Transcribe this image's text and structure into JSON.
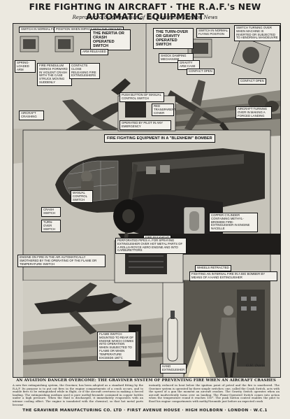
{
  "header": {
    "title": "FIRE FIGHTING IN AIRCRAFT · THE R.A.F.'s NEW AUTOMATIC EQUIPMENT",
    "subtitle": "Reproduced by permission of the Illustrated London News"
  },
  "labels": {
    "switch_normal": "SWITCH IN NORMAL FLYING POSITION",
    "position_impact": "POSITION WHEN IMPACT WITH THE GROUND",
    "inertia_switch": "THE INERTIA OR CRASH OPERATED SWITCH",
    "turn_over_switch": "THE TURN-OVER OR GRAVITY OPERATED SWITCH",
    "switch_normal_right": "SWITCH IN NORMAL FLYING POSITION",
    "switch_turning_over": "SWITCH TURNING OVER WHEN MACHINE IS INVERTED OR SUBJECTED TO ABNORMAL MANOEUVRE",
    "spring_loaded_arm": "SPRING-LOADED ARM",
    "arm_released": "ARM RELEASED",
    "pendulum_swings": "FIRE PENDULUM SWINGS FORWARD IN VIOLENT CRASH WITH THE CASE STRUCK MOVING SUDDENLY",
    "contacts_close": "CONTACTS CLOSE RELEASING FIRE EXTINGUISHERS",
    "shock_damping": "SHOCK DAMPING MECHANISM",
    "gravity_arm": "GRAVITY ARM CASE",
    "contact_open": "CONTACT OPEN",
    "contact_open_2": "CONTACT OPEN",
    "aircraft_crashing": "AIRCRAFT CRASHING",
    "push_button": "PUSH BUTTON OF MANUAL CONTROL SWITCH",
    "red_transparent": "RED TRANSPARENT COVER",
    "operated_by_pilot": "OPERATED BY PILOT IN ANY EMERGENCY",
    "aircraft_turning": "AIRCRAFT TURNING OVER IN MAKING A FORCED LANDING",
    "blenheim": "FIRE FIGHTING EQUIPMENT IN A \"BLENHEIM\" BOMBER",
    "manual_switch": "MANUAL CONTROL SWITCH",
    "crash_switch": "CRASH SWITCH",
    "turn_over_short": "TURN-OVER SWITCH",
    "copper_cylinder": "COPPER CYLINDER CONTAINING METHYL-BROMIDE FIRE-EXTINGUISHER IN ENGINE NACELLE",
    "wheels_retracted": "WHEELS RETRACTED",
    "fire_bulkhead": "FIRE BULKHEAD",
    "perforated_pipes": "PERFORATED PIPES A. FOR SPRAYING EXTINGUISHER OVER HOT METAL PARTS OF A ROLLS-ROYCE AERO ENGINE AND INTO CARBURETTORS",
    "engine_on_fire": "ENGINE ON FIRE IN THE AIR AUTOMATICALLY SMOTHERED BY THE OPERATING OF THE FLAME OR TEMPERATURE SWITCH",
    "fighting_internal": "FIGHTING AN INTERNAL FIRE IN A BIG BOMBER BY MEANS OF A HAND EXTINGUISHER",
    "flame_switch": "FLAME SWITCH MOUNTED TO REAR OF ENGINE WHICH COMES INTO OPERATION WHEN SUBJECTED TO FLAME OR WHEN TEMPERATURE EXCEEDS 180°C",
    "hand_extinguisher": "HAND EXTINGUISHER",
    "signature": "G.H. Davis"
  },
  "caption": "AN AVIATION DANGER OVERCOME: THE GRAVINER SYSTEM OF PREVENTING FIRE WHEN AN AIRCRAFT CRASHES",
  "body": [
    "A new fire extinguishing system, the Graviner, has been adopted as a standard fitting by the R.A.F. Its purpose is to put out fires in the engine compartments of a crash occurs, and to enable fires to be extinguished while in flight, or if the aircraft overturns in making a forced landing. The extinguishing medium used is pure methyl-bromide contained in copper bottles under a high pressure. When the fluid is discharged, it immediately evaporates with an intense cooling effect. The engine is inundated with the chemical, so that hot metal parts become",
    "instantly reduced in heat below the ignition point of petrol and the fire is smothered. The Graviner system is operated by three simple switches: one, called the Crash Switch, acts with the speed of a gun the moment an aircraft crashes. The Gravity Switch operates when an aircraft inadvertently turns over on landing. The Flame-Operated Switch comes into action when the temperature round it reaches 150°. The push button control enables the pilot to flood his engine compartments with methyl-bromide just before an expected crash"
  ],
  "footer": "THE GRAVINER MANUFACTURING CO. LTD · FIRST AVENUE HOUSE · HIGH HOLBORN · LONDON · W.C.1",
  "colors": {
    "paper": "#ece9e0",
    "ink": "#1a1a1a",
    "sky": "#cfccc3",
    "dark": "#2a2a2a"
  }
}
